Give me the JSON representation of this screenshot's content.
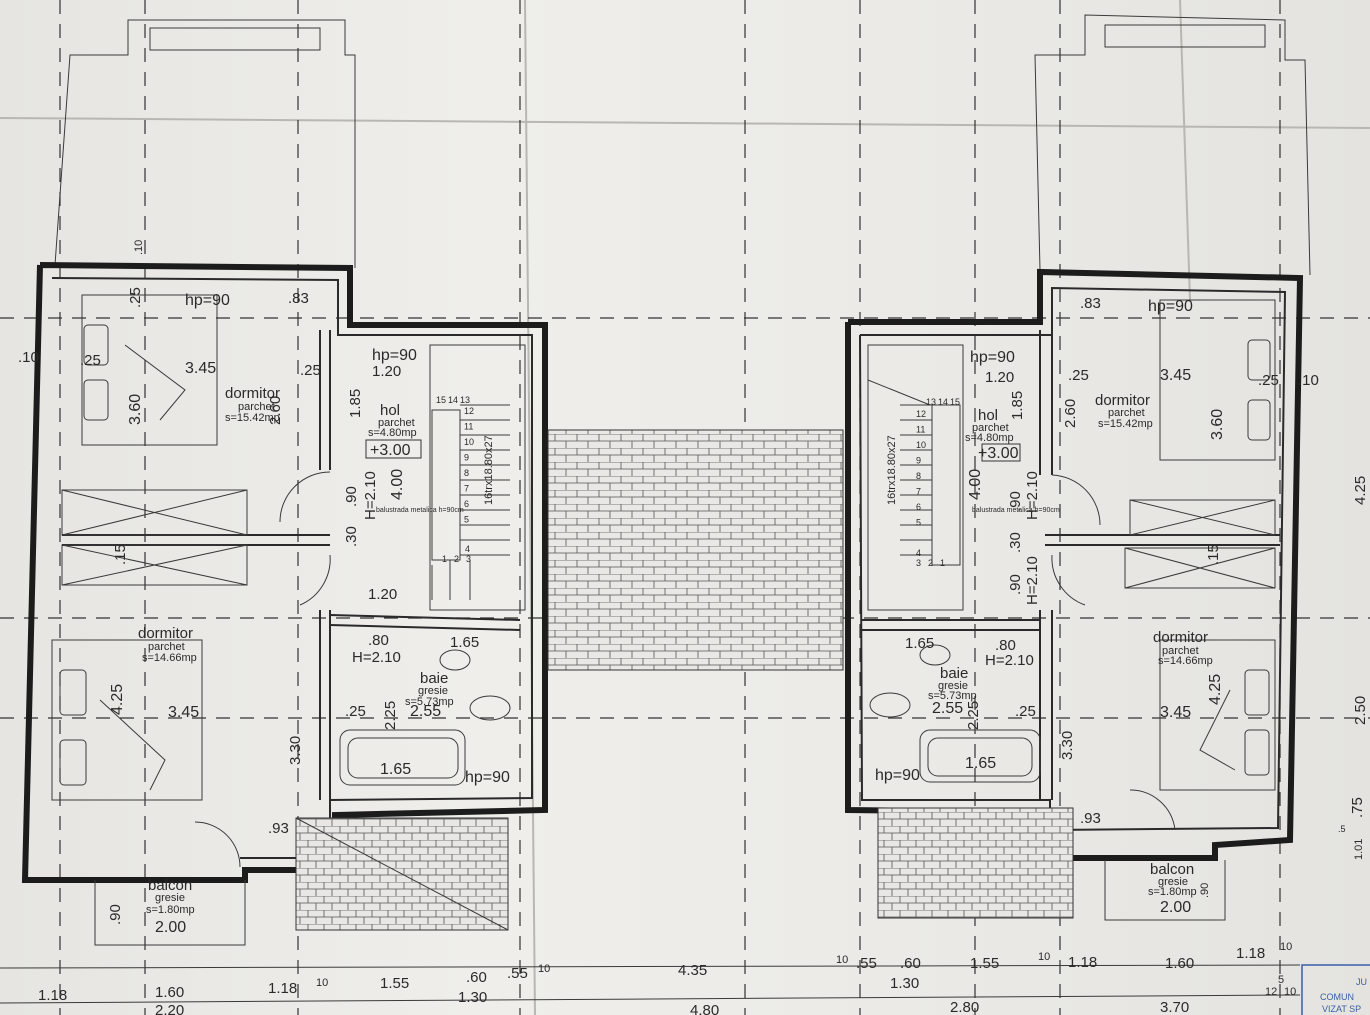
{
  "plan": {
    "left": {
      "bedroom_top": {
        "name": "dormitor",
        "floor": "parchet",
        "area": "s=15.42mp",
        "hp": "hp=90",
        "w": "3.45",
        "h": "3.60"
      },
      "bedroom_bottom": {
        "name": "dormitor",
        "floor": "parchet",
        "area": "s=14.66mp",
        "w": "3.45",
        "h": "4.25"
      },
      "hall": {
        "name": "hol",
        "floor": "parchet",
        "area": "s=4.80mp",
        "hp": "hp=90",
        "level": "+3.00",
        "w": "1.20",
        "h": "4.00"
      },
      "stairs": {
        "label": "16trx18.80x27",
        "railing": "balustrada metalica h=90cm",
        "steps": [
          "15",
          "14",
          "13",
          "12",
          "11",
          "10",
          "9",
          "8",
          "7",
          "6",
          "5",
          "4",
          "3",
          "2",
          "1"
        ]
      },
      "bath": {
        "name": "baie",
        "floor": "gresie",
        "area": "s=5.73mp",
        "w": "2.55",
        "h": "2.25",
        "tub": "1.65",
        "window": "1.65",
        "hp": "hp=90"
      },
      "balcony": {
        "name": "balcon",
        "floor": "gresie",
        "area": "s=1.80mp",
        "w": "2.00",
        "h": ".90"
      }
    },
    "right": {
      "bedroom_top": {
        "name": "dormitor",
        "floor": "parchet",
        "area": "s=15.42mp",
        "hp": "hp=90",
        "w": "3.45",
        "h": "3.60"
      },
      "bedroom_bottom": {
        "name": "dormitor",
        "floor": "parchet",
        "area": "s=14.66mp",
        "w": "3.45",
        "h": "4.25"
      },
      "hall": {
        "name": "hol",
        "floor": "parchet",
        "area": "s=4.80mp",
        "hp": "hp=90",
        "level": "+3.00",
        "w": "1.20",
        "h": "4.00"
      },
      "stairs": {
        "label": "16trx18.80x27",
        "railing": "balustrada metalica h=90cm",
        "steps": [
          "15",
          "14",
          "13",
          "12",
          "11",
          "10",
          "9",
          "8",
          "7",
          "6",
          "5",
          "4",
          "3",
          "2",
          "1"
        ]
      },
      "bath": {
        "name": "baie",
        "floor": "gresie",
        "area": "s=5.73mp",
        "w": "2.55",
        "h": "2.25",
        "tub": "1.65",
        "window": "1.65",
        "hp": "hp=90"
      },
      "balcony": {
        "name": "balcon",
        "floor": "gresie",
        "area": "s=1.80mp",
        "w": "2.00",
        "h": ".90"
      }
    },
    "misc_dims": [
      ".10",
      ".25",
      ".83",
      "2.60",
      "1.85",
      ".25",
      ".90",
      ".30",
      "H=2.10",
      "1.20",
      ".80",
      "3.30",
      ".93",
      ".15",
      "4.25",
      "2.50",
      ".75",
      "1.01",
      ".5"
    ],
    "bottom_dims": [
      "1.18",
      "1.60",
      "1.18",
      "10",
      "1.55",
      ".60",
      ".55",
      "10",
      "4.35",
      "10",
      ".55",
      ".60",
      "1.55",
      "10",
      "1.18",
      "1.60",
      "1.18",
      "10",
      "5"
    ],
    "bottom_dims_row2": [
      "2.20",
      "1.30",
      "4.80",
      "2.80",
      "1.30",
      "3.70",
      "12",
      "10"
    ],
    "stamp": {
      "line1": "JU",
      "line2": "COMUN",
      "line3": "VIZAT SP"
    }
  }
}
